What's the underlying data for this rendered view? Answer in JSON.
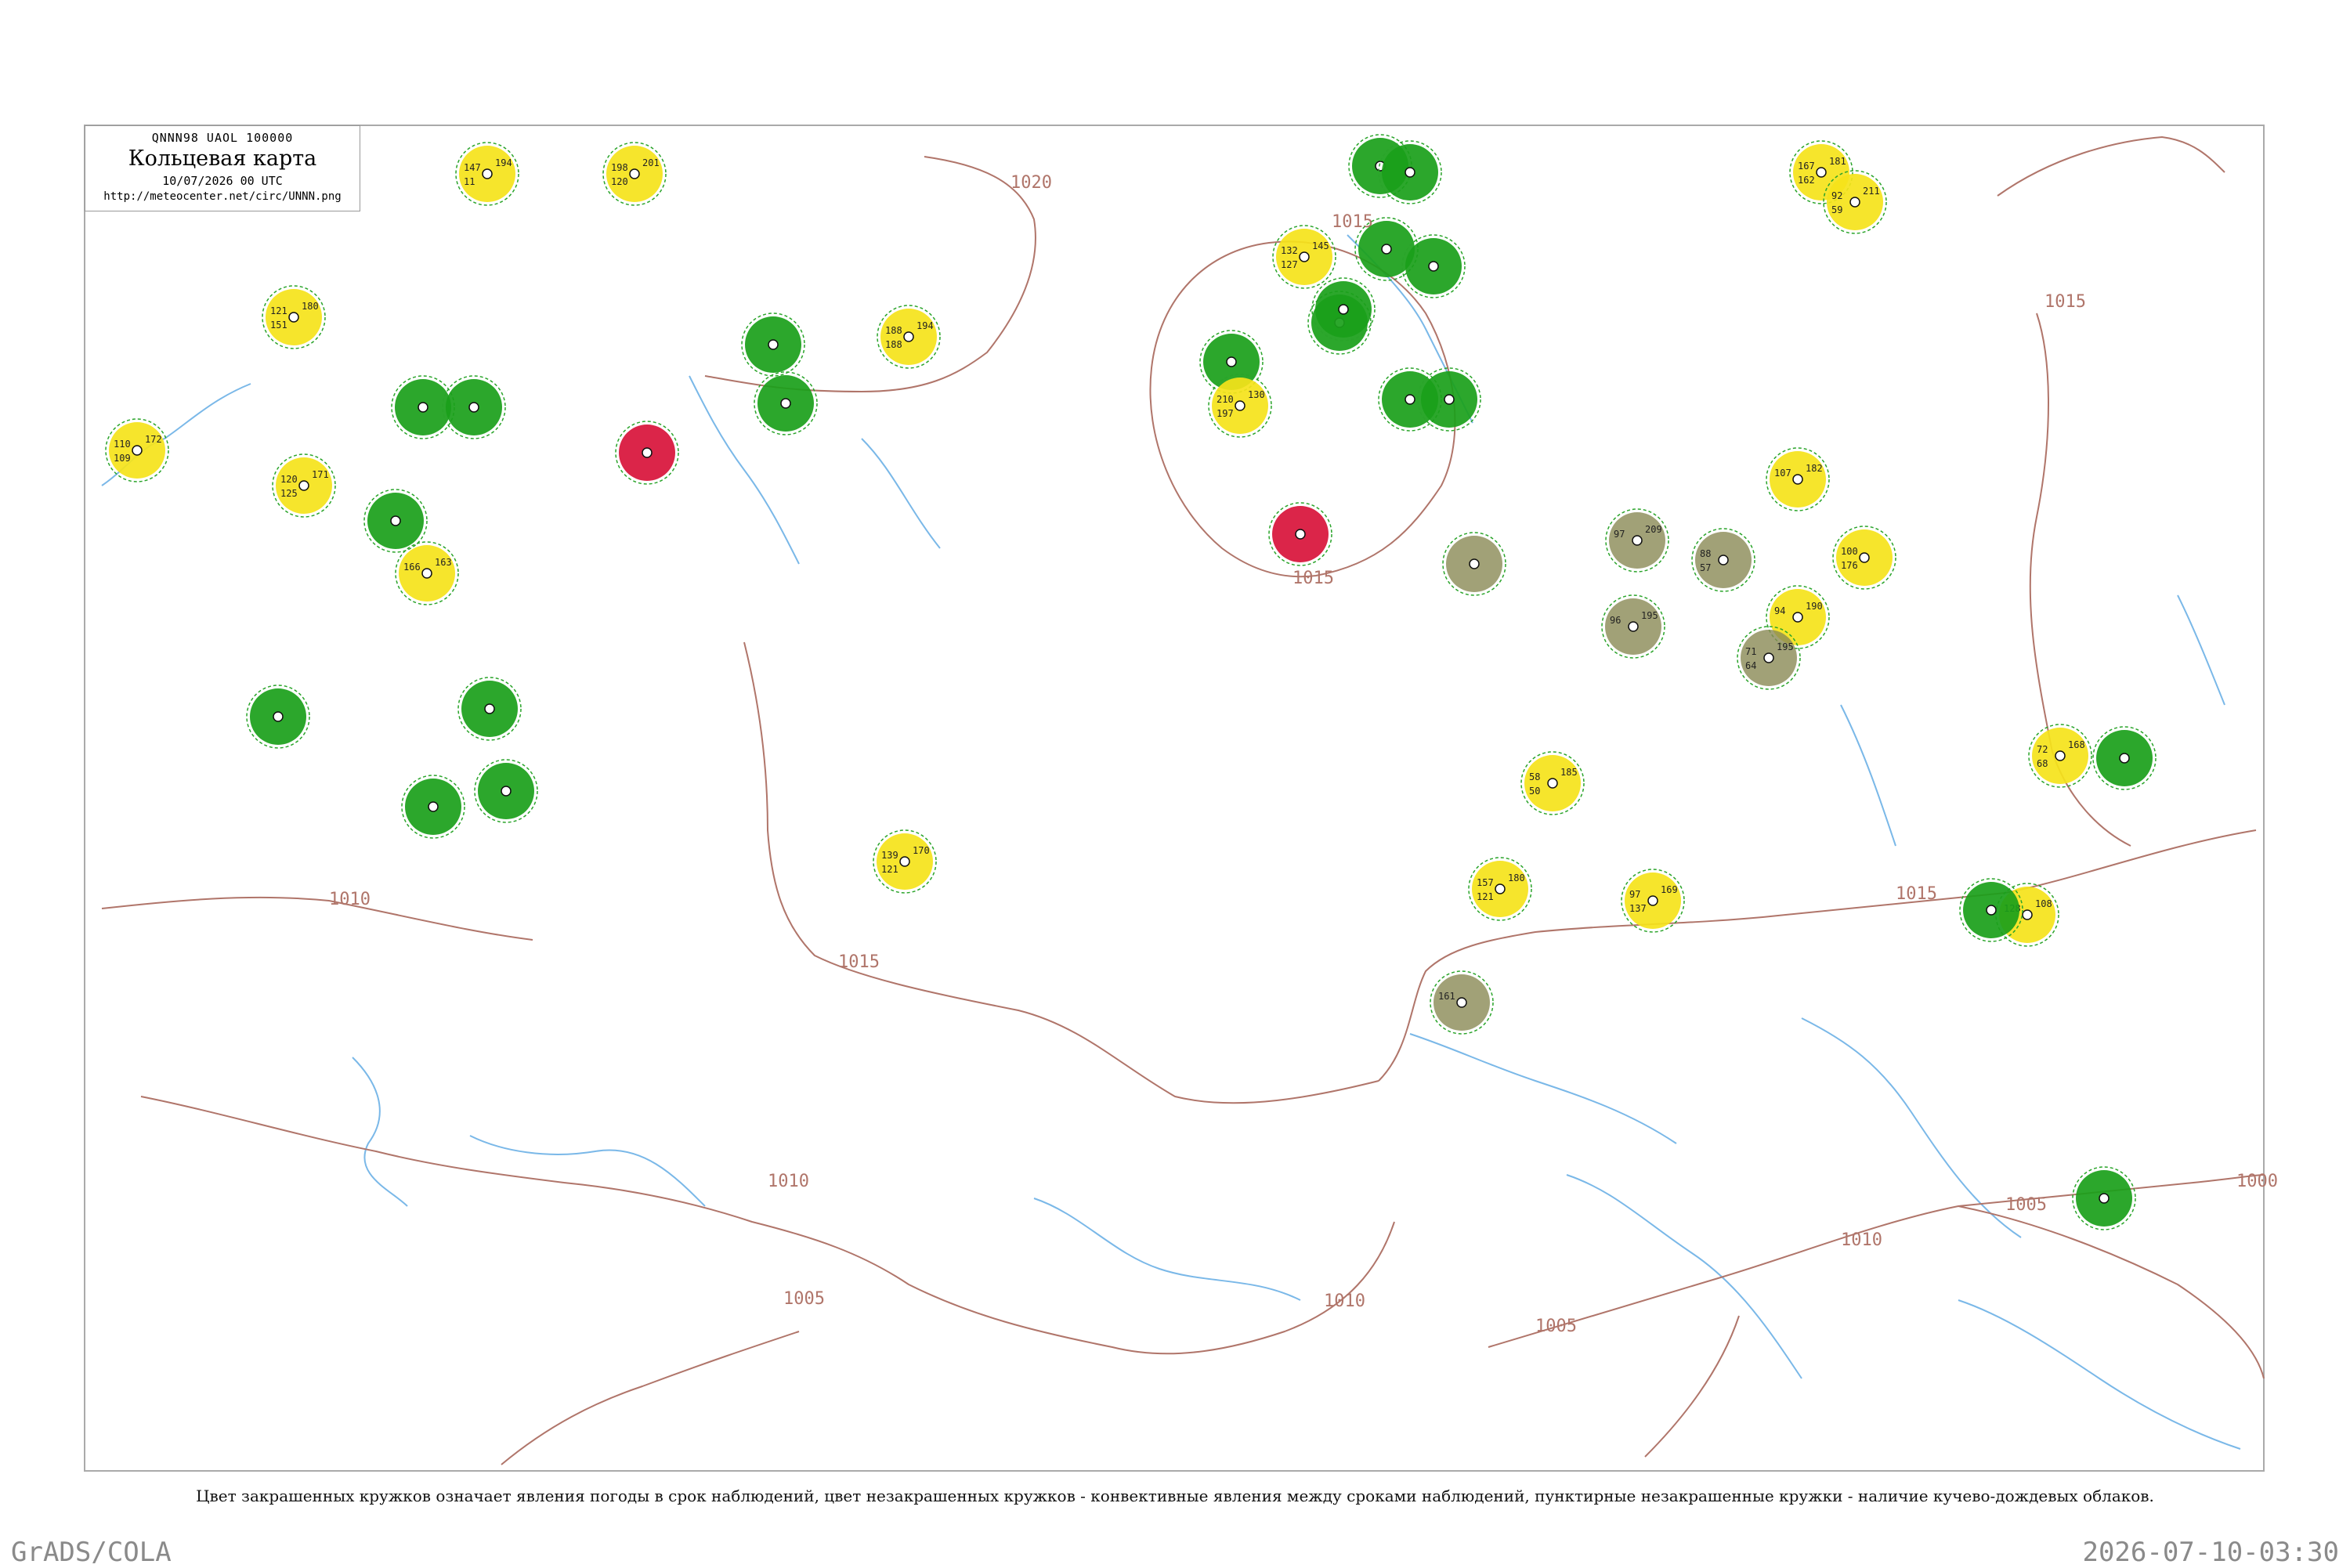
{
  "map": {
    "code_line": "QNNN98  UAOL  100000",
    "title": "Кольцевая карта",
    "date": "10/07/2026 00 UTC",
    "url": "http://meteocenter.net/circ/UNNN.png",
    "caption": "Цвет закрашенных кружков означает явления погоды в срок наблюдений, цвет незакрашенных кружков - конвективные явления между сроками наблюдений, пунктирные незакрашенные кружки - наличие кучево-дождевых облаков.",
    "footer_left": "GrADS/COLA",
    "footer_right": "2026-07-10-03:30"
  },
  "isobar_labels": [
    "1020",
    "1015",
    "1015",
    "1015",
    "1015",
    "1015",
    "1010",
    "1010",
    "1010",
    "1010",
    "1005",
    "1005",
    "1005",
    "1000"
  ],
  "colors": {
    "isobar": "#b0756a",
    "river": "#7ab8e8",
    "station": "#222222",
    "station_name": "#9a9a9a",
    "green": "#1aa01a",
    "green_ring": "#2aa42a",
    "yellow": "#f5e31a",
    "red": "#d8123a",
    "olive": "#8a8a55",
    "pink_ring": "#d0304a"
  },
  "stations": [
    {
      "p": "194",
      "t": "147",
      "d": "11",
      "n": "",
      "fill": "yellow"
    },
    {
      "p": "201",
      "t": "198",
      "d": "120",
      "n": "",
      "fill": "yellow"
    },
    {
      "p": "181",
      "t": "167",
      "d": "162",
      "n": "",
      "fill": "yellow"
    },
    {
      "p": "211",
      "t": "92",
      "d": "59",
      "n": "",
      "fill": "yellow"
    },
    {
      "p": "",
      "t": "",
      "d": "",
      "n": "",
      "fill": "green"
    },
    {
      "p": "",
      "t": "",
      "d": "",
      "n": "",
      "fill": "green"
    },
    {
      "p": "145",
      "t": "132",
      "d": "127",
      "n": "",
      "fill": "yellow"
    },
    {
      "p": "",
      "t": "",
      "d": "",
      "n": "",
      "fill": "green"
    },
    {
      "p": "180",
      "t": "121",
      "d": "151",
      "n": "",
      "fill": "yellow"
    },
    {
      "p": "194",
      "t": "188",
      "d": "188",
      "n": "",
      "fill": "yellow"
    },
    {
      "p": "",
      "t": "",
      "d": "",
      "n": "",
      "fill": "green"
    },
    {
      "p": "",
      "t": "",
      "d": "",
      "n": "",
      "fill": "green"
    },
    {
      "p": "",
      "t": "",
      "d": "",
      "n": "",
      "fill": "green"
    },
    {
      "p": "130",
      "t": "210",
      "d": "197",
      "n": "",
      "fill": "yellow"
    },
    {
      "p": "",
      "t": "",
      "d": "",
      "n": "",
      "fill": "green"
    },
    {
      "p": "",
      "t": "",
      "d": "",
      "n": "",
      "fill": "green"
    },
    {
      "p": "",
      "t": "",
      "d": "",
      "n": "",
      "fill": "green"
    },
    {
      "p": "",
      "t": "",
      "d": "",
      "n": "",
      "fill": "green"
    },
    {
      "p": "",
      "t": "",
      "d": "",
      "n": "",
      "fill": "green"
    },
    {
      "p": "",
      "t": "",
      "d": "",
      "n": "",
      "fill": "red"
    },
    {
      "p": "172",
      "t": "110",
      "d": "109",
      "n": "",
      "fill": "yellow"
    },
    {
      "p": "171",
      "t": "120",
      "d": "125",
      "n": "",
      "fill": "yellow"
    },
    {
      "p": "",
      "t": "",
      "d": "",
      "n": "",
      "fill": "green"
    },
    {
      "p": "163",
      "t": "166",
      "d": "",
      "n": "",
      "fill": "yellow"
    },
    {
      "p": "",
      "t": "",
      "d": "",
      "n": "",
      "fill": "red"
    },
    {
      "p": "",
      "t": "",
      "d": "",
      "n": "",
      "fill": "olive"
    },
    {
      "p": "209",
      "t": "97",
      "d": "",
      "n": "",
      "fill": "olive"
    },
    {
      "p": "",
      "t": "88",
      "d": "57",
      "n": "",
      "fill": "olive"
    },
    {
      "p": "182",
      "t": "107",
      "d": "",
      "n": "",
      "fill": "yellow"
    },
    {
      "p": "",
      "t": "100",
      "d": "176",
      "n": "",
      "fill": "yellow"
    },
    {
      "p": "195",
      "t": "96",
      "d": "",
      "n": "",
      "fill": "olive"
    },
    {
      "p": "190",
      "t": "94",
      "d": "",
      "n": "",
      "fill": "yellow"
    },
    {
      "p": "195",
      "t": "71",
      "d": "64",
      "n": "",
      "fill": "olive"
    },
    {
      "p": "",
      "t": "",
      "d": "",
      "n": "",
      "fill": "green"
    },
    {
      "p": "",
      "t": "",
      "d": "",
      "n": "",
      "fill": "green"
    },
    {
      "p": "",
      "t": "",
      "d": "",
      "n": "",
      "fill": "green"
    },
    {
      "p": "",
      "t": "",
      "d": "",
      "n": "",
      "fill": "green"
    },
    {
      "p": "",
      "t": "",
      "d": "",
      "n": "",
      "fill": "green"
    },
    {
      "p": "",
      "t": "",
      "d": "",
      "n": "",
      "fill": "green"
    },
    {
      "p": "168",
      "t": "72",
      "d": "68",
      "n": "",
      "fill": "yellow"
    },
    {
      "p": "",
      "t": "",
      "d": "",
      "n": "",
      "fill": "green"
    },
    {
      "p": "185",
      "t": "58",
      "d": "50",
      "n": "",
      "fill": "yellow"
    },
    {
      "p": "180",
      "t": "157",
      "d": "121",
      "n": "",
      "fill": "yellow"
    },
    {
      "p": "170",
      "t": "139",
      "d": "121",
      "n": "",
      "fill": "yellow"
    },
    {
      "p": "169",
      "t": "97",
      "d": "137",
      "n": "",
      "fill": "yellow"
    },
    {
      "p": "",
      "t": "161",
      "d": "",
      "n": "",
      "fill": "olive"
    },
    {
      "p": "108",
      "t": "128",
      "d": "",
      "n": "",
      "fill": "yellow"
    },
    {
      "p": "",
      "t": "",
      "d": "",
      "n": "",
      "fill": "green"
    },
    {
      "p": "",
      "t": "",
      "d": "",
      "n": "",
      "fill": "green"
    }
  ]
}
